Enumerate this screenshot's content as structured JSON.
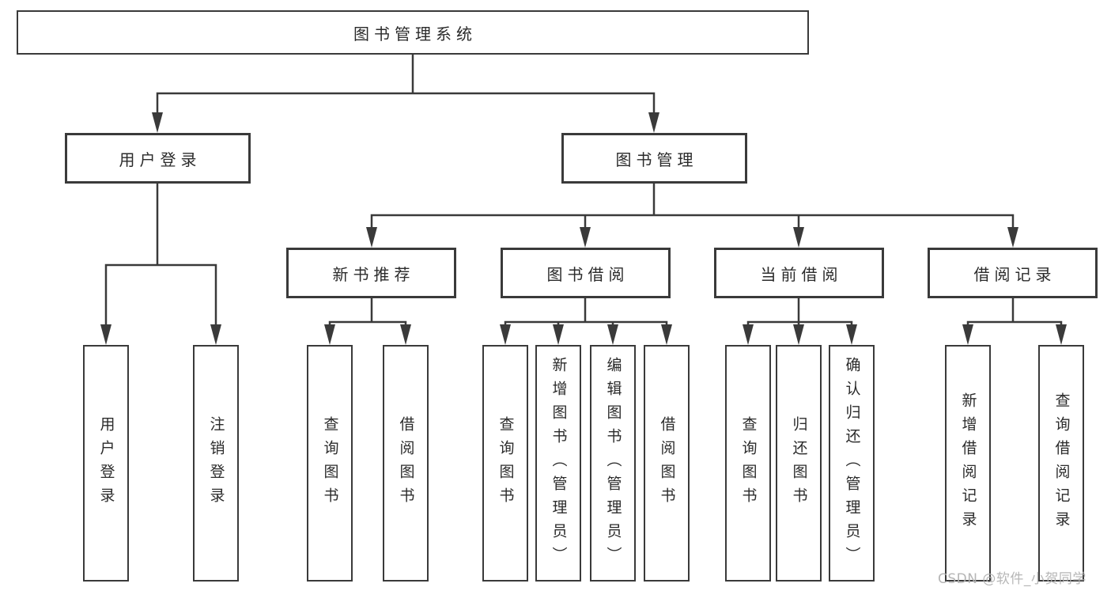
{
  "diagram": {
    "root": {
      "label": "图书管理系统"
    },
    "user_login": {
      "label": "用户登录",
      "children": [
        {
          "label": "用户登录"
        },
        {
          "label": "注销登录"
        }
      ]
    },
    "book_mgmt": {
      "label": "图书管理",
      "children": [
        {
          "label": "新书推荐",
          "children": [
            {
              "label": "查询图书"
            },
            {
              "label": "借阅图书"
            }
          ]
        },
        {
          "label": "图书借阅",
          "children": [
            {
              "label": "查询图书"
            },
            {
              "label": "新增图书（管理员）"
            },
            {
              "label": "编辑图书（管理员）"
            },
            {
              "label": "借阅图书"
            }
          ]
        },
        {
          "label": "当前借阅",
          "children": [
            {
              "label": "查询图书"
            },
            {
              "label": "归还图书"
            },
            {
              "label": "确认归还（管理员）"
            }
          ]
        },
        {
          "label": "借阅记录",
          "children": [
            {
              "label": "新增借阅记录"
            },
            {
              "label": "查询借阅记录"
            }
          ]
        }
      ]
    },
    "colors": {
      "line": "#3a3a3a",
      "text": "#2b2b2b",
      "watermark": "#b0b0b0"
    },
    "watermark": {
      "text": "CSDN @软件_小贺同学"
    }
  }
}
